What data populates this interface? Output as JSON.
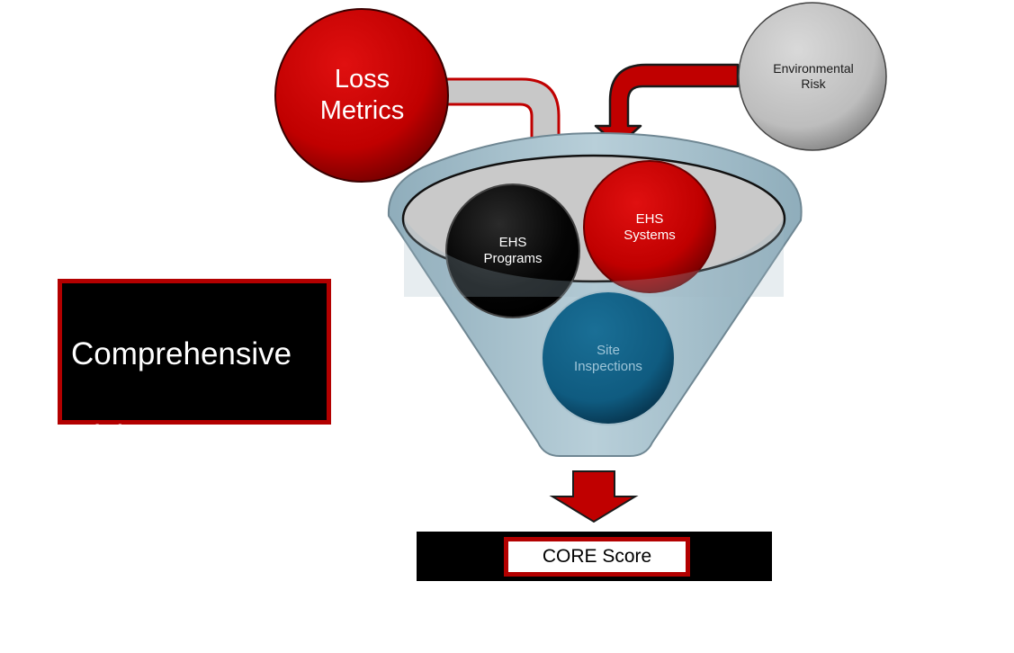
{
  "title": [
    "Comprehensive",
    "Risk",
    "Evaluation"
  ],
  "inputs": {
    "loss_metrics": "Loss\nMetrics",
    "environmental_risk": "Environmental\nRisk"
  },
  "funnel_items": {
    "ehs_programs": "EHS\nPrograms",
    "ehs_systems": "EHS\nSystems",
    "site_inspections": "Site\nInspections"
  },
  "output": {
    "label": "CORE Score"
  },
  "colors": {
    "red": "#c00000",
    "dark_red": "#8b0000",
    "gray": "#bfbfbf",
    "funnel": "#a7c0cc",
    "teal": "#0f5b80",
    "black": "#000000"
  }
}
